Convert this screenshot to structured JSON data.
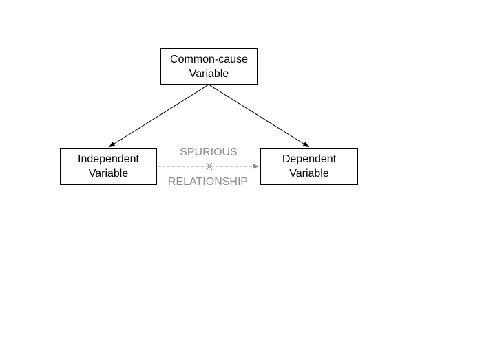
{
  "nodes": {
    "common_cause": {
      "line1": "Common-cause",
      "line2": "Variable"
    },
    "independent": {
      "line1": "Independent",
      "line2": "Variable"
    },
    "dependent": {
      "line1": "Dependent",
      "line2": "Variable"
    }
  },
  "spurious_label": {
    "top": "SPURIOUS",
    "mark": "X",
    "bottom": "RELATIONSHIP"
  },
  "colors": {
    "solid_edge": "#000000",
    "spurious_edge": "#8c8c8c",
    "spurious_text": "#8c8c8c"
  }
}
